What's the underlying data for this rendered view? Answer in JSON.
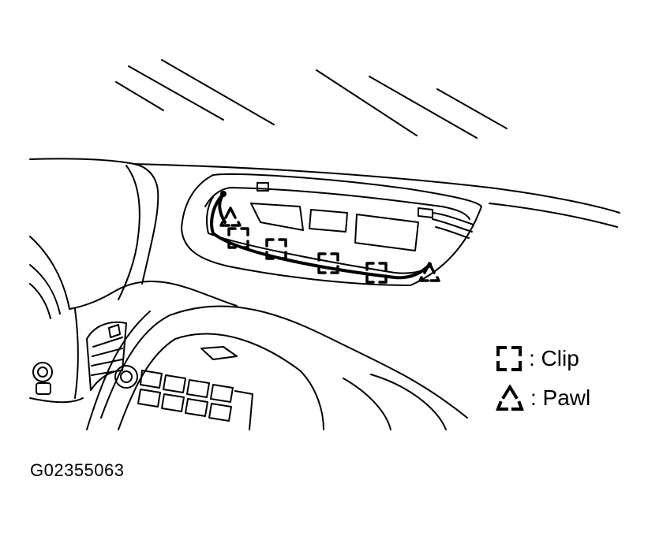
{
  "legend": {
    "clip_label": ": Clip",
    "pawl_label": ": Pawl",
    "clip_icon": "clip-bracket-icon",
    "pawl_icon": "pawl-triangle-icon"
  },
  "figure_id": "G02355063",
  "colors": {
    "line": "#000000",
    "background": "#ffffff"
  }
}
